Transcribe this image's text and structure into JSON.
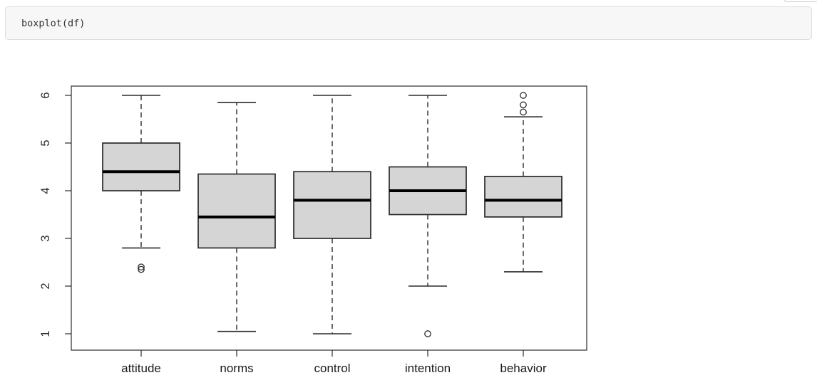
{
  "code_cell": {
    "code": "boxplot(df)",
    "background": "#f7f7f7",
    "border_color": "#dddddd",
    "text_color": "#333333"
  },
  "chart_data": {
    "type": "boxplot",
    "title": "",
    "xlabel": "",
    "ylabel": "",
    "yticks": [
      1,
      2,
      3,
      4,
      5,
      6
    ],
    "ylim": [
      0.7,
      6.2
    ],
    "grid": false,
    "legend": "none",
    "box_fill": "#d5d5d5",
    "line_color": "#2b2b2b",
    "median_color": "#000000",
    "categories": [
      "attitude",
      "norms",
      "control",
      "intention",
      "behavior"
    ],
    "boxes": [
      {
        "name": "attitude",
        "whisker_low": 2.8,
        "q1": 4.0,
        "median": 4.4,
        "q3": 5.0,
        "whisker_high": 6.0,
        "outliers": [
          2.4,
          2.35
        ]
      },
      {
        "name": "norms",
        "whisker_low": 1.05,
        "q1": 2.8,
        "median": 3.45,
        "q3": 4.35,
        "whisker_high": 5.85,
        "outliers": []
      },
      {
        "name": "control",
        "whisker_low": 1.0,
        "q1": 3.0,
        "median": 3.8,
        "q3": 4.4,
        "whisker_high": 6.0,
        "outliers": []
      },
      {
        "name": "intention",
        "whisker_low": 2.0,
        "q1": 3.5,
        "median": 4.0,
        "q3": 4.5,
        "whisker_high": 6.0,
        "outliers": [
          1.0
        ]
      },
      {
        "name": "behavior",
        "whisker_low": 2.3,
        "q1": 3.45,
        "median": 3.8,
        "q3": 4.3,
        "whisker_high": 5.55,
        "outliers": [
          6.0,
          5.8,
          5.65
        ]
      }
    ]
  }
}
